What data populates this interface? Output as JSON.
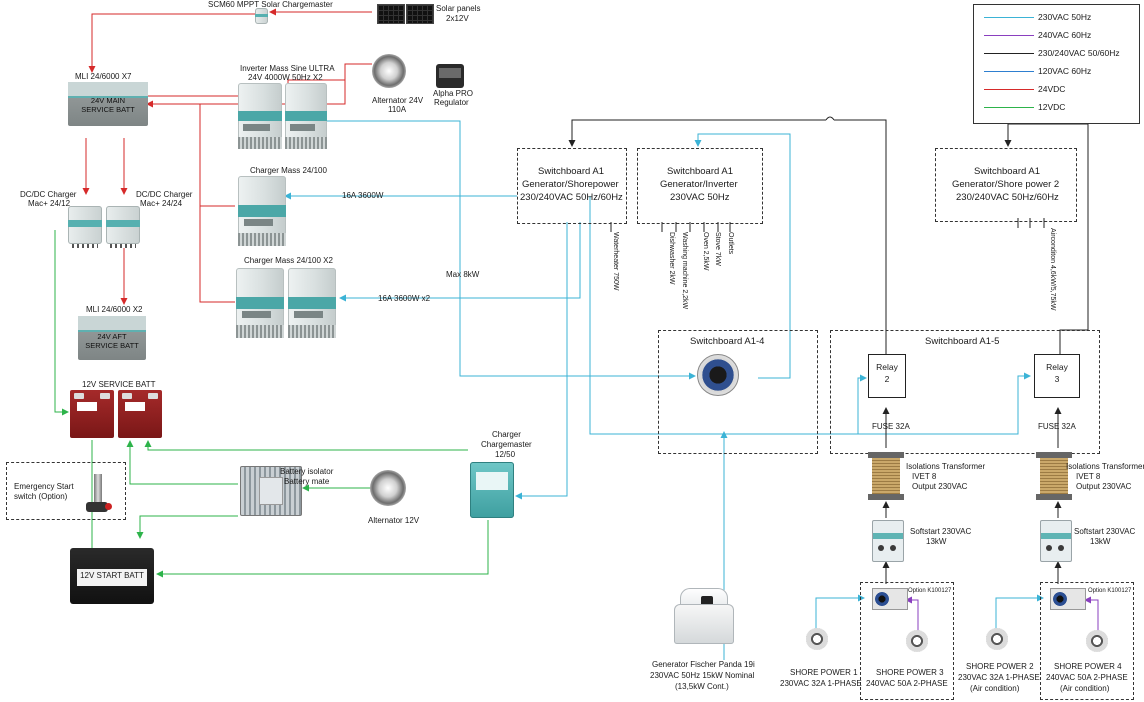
{
  "legend": {
    "items": [
      {
        "label": "230VAC 50Hz",
        "color": "#3bb3d6"
      },
      {
        "label": "240VAC 60Hz",
        "color": "#8a3fbf"
      },
      {
        "label": "230/240VAC 50/60Hz",
        "color": "#222222"
      },
      {
        "label": "120VAC 60Hz",
        "color": "#2e7fd0"
      },
      {
        "label": "24VDC",
        "color": "#d62a2a"
      },
      {
        "label": "12VDC",
        "color": "#2db34a"
      }
    ]
  },
  "components": {
    "solar_chargemaster": "SCM60 MPPT Solar Chargemaster",
    "solar_panels": "Solar panels",
    "solar_panels_count": "2x12V",
    "main_batt_title": "MLI 24/6000 X7",
    "main_batt_face": "24V MAIN SERVICE BATT",
    "inverter_title": "Inverter Mass Sine ULTRA",
    "inverter_sub": "24V 4000W 50Hz X2",
    "alternator24_label": "Alternator 24V",
    "alternator24_amps": "110A",
    "regulator_label": "Alpha PRO",
    "regulator_sub": "Regulator",
    "charger1_title": "Charger Mass 24/100",
    "charger2_title": "Charger Mass 24/100 X2",
    "dcdc1_title": "DC/DC Charger",
    "dcdc1_sub": "Mac+ 24/12",
    "dcdc2_title": "DC/DC Charger",
    "dcdc2_sub": "Mac+ 24/24",
    "aft_batt_title": "MLI 24/6000 X2",
    "aft_batt_face": "24V AFT SERVICE BATT",
    "service12_title": "12V SERVICE BATT",
    "emergency_title": "Emergency Start",
    "emergency_sub": "switch (Option)",
    "isolator_title": "Battery isolator",
    "isolator_sub": "Battery mate",
    "alternator12_label": "Alternator 12V",
    "start_batt_face": "12V  START BATT",
    "chargemaster_title": "Charger",
    "chargemaster_sub": "Chargemaster",
    "chargemaster_rating": "12/50",
    "generator_line1": "Generator Fischer Panda 19i",
    "generator_line2": "230VAC 50Hz 15kW Nominal",
    "generator_line3": "(13,5kW Cont.)"
  },
  "wires": {
    "charger1_feed": "16A 3600W",
    "charger2_feed": "16A 3600W x2",
    "max_label": "Max 8kW"
  },
  "switchboards": {
    "sb1": {
      "line1": "Switchboard A1",
      "line2": "Generator/Shorepower",
      "line3": "230/240VAC 50Hz/60Hz"
    },
    "sb2": {
      "line1": "Switchboard A1",
      "line2": "Generator/Inverter",
      "line3": "230VAC 50Hz"
    },
    "sb3": {
      "line1": "Switchboard A1",
      "line2": "Generator/Shore power 2",
      "line3": "230/240VAC 50Hz/60Hz"
    },
    "sb14": "Switchboard A1-4",
    "sb15": "Switchboard A1-5"
  },
  "loads": {
    "sb1": [
      "Waterheater 750W"
    ],
    "sb2": [
      "Dishwasher 2kW",
      "Washing machine 2,2kW",
      "Oven 2,5kW",
      "Stove 7kW",
      "Outlets"
    ],
    "sb3": [
      "Airconditon 4,6kW/5,75kW"
    ]
  },
  "relays": {
    "relay2": {
      "line1": "Relay",
      "line2": "2"
    },
    "relay3": {
      "line1": "Relay",
      "line2": "3"
    },
    "fuse_left": "FUSE 32A",
    "fuse_right": "FUSE 32A"
  },
  "transformers": {
    "left": {
      "line1": "Isolations Transformer",
      "line2": "IVET 8",
      "line3": "Output 230VAC"
    },
    "right": {
      "line1": "Isolations Transformer",
      "line2": "IVET 8",
      "line3": "Output 230VAC"
    }
  },
  "softstarts": {
    "left": {
      "line1": "Softstart 230VAC",
      "line2": "13kW"
    },
    "right": {
      "line1": "Softstart 230VAC",
      "line2": "13kW"
    }
  },
  "options": {
    "left": "Option K100127",
    "right": "Option K100127"
  },
  "shore": {
    "sp1": {
      "line1": "SHORE POWER 1",
      "line2": "230VAC 32A 1-PHASE"
    },
    "sp3": {
      "line1": "SHORE POWER 3",
      "line2": "240VAC 50A 2-PHASE"
    },
    "sp2": {
      "line1": "SHORE POWER 2",
      "line2": "230VAC 32A 1-PHASE",
      "line3": "(Air condition)"
    },
    "sp4": {
      "line1": "SHORE POWER 4",
      "line2": "240VAC 50A 2-PHASE",
      "line3": "(Air condition)"
    }
  }
}
